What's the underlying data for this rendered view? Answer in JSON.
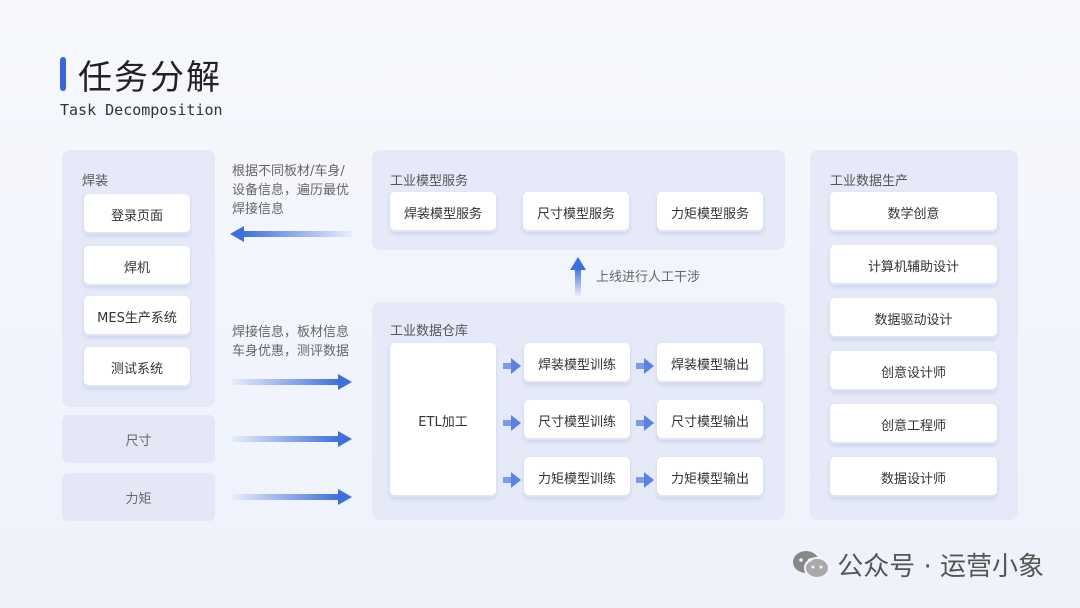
{
  "header": {
    "title": "任务分解",
    "subtitle": "Task Decomposition"
  },
  "left": {
    "panel_label": "焊装",
    "items": [
      "登录页面",
      "焊机",
      "MES生产系统",
      "测试系统"
    ],
    "tab_size": "尺寸",
    "tab_torque": "力矩"
  },
  "notes": {
    "top": [
      "根据不同板材/车身/",
      "设备信息，遍历最优",
      "焊接信息"
    ],
    "bottom": [
      "焊接信息，板材信息",
      "车身优惠，测评数据"
    ]
  },
  "service_panel": {
    "label": "工业模型服务",
    "items": [
      "焊装模型服务",
      "尺寸模型服务",
      "力矩模型服务"
    ]
  },
  "intervention_label": "上线进行人工干涉",
  "warehouse_panel": {
    "label": "工业数据仓库",
    "etl": "ETL加工",
    "train": [
      "焊装模型训练",
      "尺寸模型训练",
      "力矩模型训练"
    ],
    "output": [
      "焊装模型输出",
      "尺寸模型输出",
      "力矩模型输出"
    ]
  },
  "right": {
    "panel_label": "工业数据生产",
    "items": [
      "数学创意",
      "计算机辅助设计",
      "数据驱动设计",
      "创意设计师",
      "创意工程师",
      "数据设计师"
    ]
  },
  "watermark": {
    "text": "公众号 · 运营小象"
  },
  "colors": {
    "accent": "#3a66d9",
    "arrow": "#3f6fdc"
  }
}
